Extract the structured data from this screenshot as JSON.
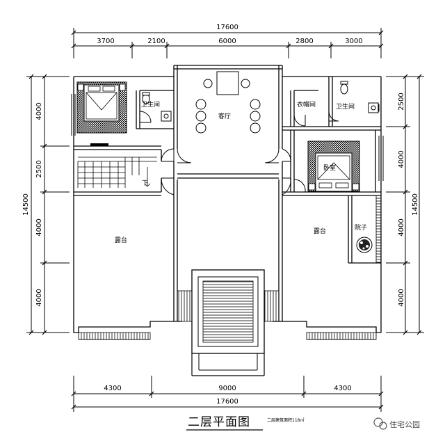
{
  "plan": {
    "title": "二层平面图",
    "area_note": "二层建筑面积118㎡"
  },
  "dimensions": {
    "top_total": "17600",
    "top_segments": [
      "3700",
      "2100",
      "6000",
      "2800",
      "3000"
    ],
    "bottom_segments": [
      "4300",
      "9000",
      "4300"
    ],
    "bottom_total": "17600",
    "left_total": "14500",
    "left_segments": [
      "4000",
      "2500",
      "4000",
      "4000"
    ],
    "right_total": "14500",
    "right_segments": [
      "2500",
      "4000",
      "4000",
      "4000"
    ]
  },
  "rooms": {
    "bathroom_left": "卫生间",
    "living_room": "客厅",
    "closet": "衣帽间",
    "bathroom_right": "卫生间",
    "bedroom": "卧室",
    "down_stairs": "下",
    "terrace_left": "露台",
    "terrace_right": "露台",
    "courtyard": "院子"
  },
  "watermark": "住宅公园"
}
